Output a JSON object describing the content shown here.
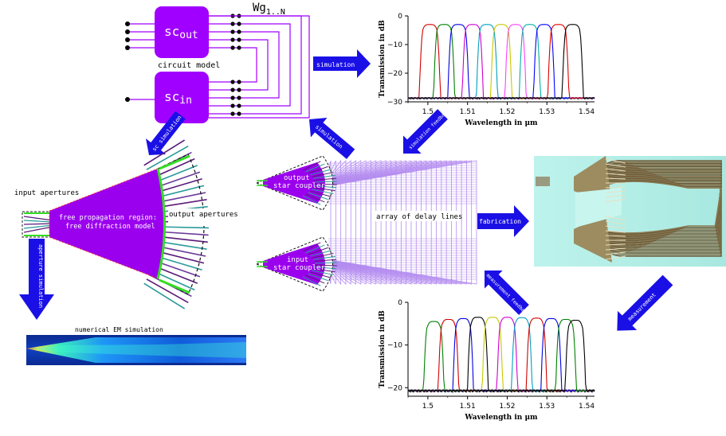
{
  "circuit": {
    "sc_out_main": "sc",
    "sc_out_sub": "out",
    "sc_in_main": "sc",
    "sc_in_sub": "in",
    "caption": "circuit model",
    "wg_main": "Wg",
    "wg_sub": "1..N"
  },
  "arrows": {
    "simulation_top": "simulation",
    "sc_simulation": "sc simulation",
    "simulation_mid": "simulation",
    "simulation_feedback": "simulation feedback",
    "aperture_simulation": "aperture simulation",
    "fabrication": "fabrication",
    "measurement": "measurement",
    "measurement_feedback": "measurement feedback"
  },
  "left_model": {
    "input_apertures": "input apertures",
    "fpr_line1": "free propagation region:",
    "fpr_line2": "free diffraction model",
    "output_apertures": "output apertures",
    "em_title": "numerical EM simulation"
  },
  "center": {
    "output_coupler": "output star coupler",
    "input_coupler": "input star coupler",
    "delay_lines": "array of delay lines"
  },
  "colors": {
    "arrow": "#1a10e6",
    "circuit_block": "#a000ff",
    "fpr_fill": "#9a00ee",
    "waveguide_lines": "#b48cf0",
    "aperture_green": "#33dd22",
    "chip_bg": "#b8f0e8"
  },
  "chart_data": [
    {
      "type": "line",
      "id": "simulated",
      "xlabel": "Wavelength in μm",
      "ylabel": "Transmission in dB",
      "xlim": [
        1.495,
        1.542
      ],
      "ylim": [
        -30,
        0
      ],
      "xticks": [
        "1.5",
        "1.51",
        "1.52",
        "1.53",
        "1.54"
      ],
      "yticks": [
        "0",
        "−10",
        "−20",
        "−30"
      ],
      "channels": [
        {
          "color": "#d00000",
          "center": 1.5005,
          "peak": -3
        },
        {
          "color": "#008000",
          "center": 1.5041,
          "peak": -3
        },
        {
          "color": "#0000e0",
          "center": 1.5077,
          "peak": -3
        },
        {
          "color": "#d000d0",
          "center": 1.5113,
          "peak": -3
        },
        {
          "color": "#00a0c0",
          "center": 1.5149,
          "peak": -3
        },
        {
          "color": "#c8c800",
          "center": 1.5185,
          "peak": -3
        },
        {
          "color": "#ff40ff",
          "center": 1.5221,
          "peak": -3
        },
        {
          "color": "#00b0a0",
          "center": 1.5257,
          "peak": -3
        },
        {
          "color": "#0000ff",
          "center": 1.5293,
          "peak": -3
        },
        {
          "color": "#e00000",
          "center": 1.5329,
          "peak": -3
        },
        {
          "color": "#000000",
          "center": 1.5365,
          "peak": -3
        }
      ]
    },
    {
      "type": "line",
      "id": "measured",
      "xlabel": "Wavelength in μm",
      "ylabel": "Transmission in dB",
      "xlim": [
        1.495,
        1.542
      ],
      "ylim": [
        -22,
        0
      ],
      "xticks": [
        "1.5",
        "1.51",
        "1.52",
        "1.53",
        "1.54"
      ],
      "yticks": [
        "0",
        "−10",
        "−20"
      ],
      "channels": [
        {
          "color": "#008000",
          "center": 1.5015,
          "peak": -4.5
        },
        {
          "color": "#d00000",
          "center": 1.5052,
          "peak": -4
        },
        {
          "color": "#0000e0",
          "center": 1.5089,
          "peak": -3.8
        },
        {
          "color": "#000000",
          "center": 1.5126,
          "peak": -3.5
        },
        {
          "color": "#c8c800",
          "center": 1.5163,
          "peak": -3.5
        },
        {
          "color": "#d000d0",
          "center": 1.52,
          "peak": -3.5
        },
        {
          "color": "#00a0c0",
          "center": 1.5237,
          "peak": -3.6
        },
        {
          "color": "#d00000",
          "center": 1.5274,
          "peak": -3.7
        },
        {
          "color": "#0000e0",
          "center": 1.5311,
          "peak": -3.8
        },
        {
          "color": "#008000",
          "center": 1.5348,
          "peak": -4
        },
        {
          "color": "#000000",
          "center": 1.5372,
          "peak": -4.2
        }
      ]
    }
  ]
}
